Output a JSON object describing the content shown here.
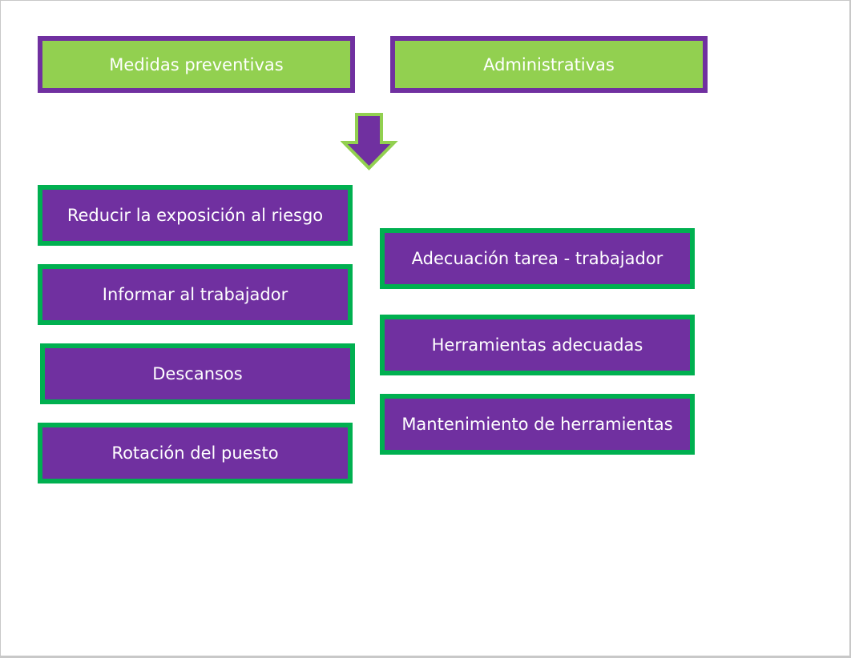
{
  "headers": {
    "left": "Medidas preventivas",
    "right": "Administrativas"
  },
  "left_items": [
    "Reducir la exposición al riesgo",
    "Informar al trabajador",
    "Descansos",
    "Rotación del puesto"
  ],
  "right_items": [
    "Adecuación tarea - trabajador",
    "Herramientas adecuadas",
    "Mantenimiento de herramientas"
  ],
  "colors": {
    "purple": "#7030a0",
    "light_green": "#92d050",
    "green": "#00b050"
  }
}
